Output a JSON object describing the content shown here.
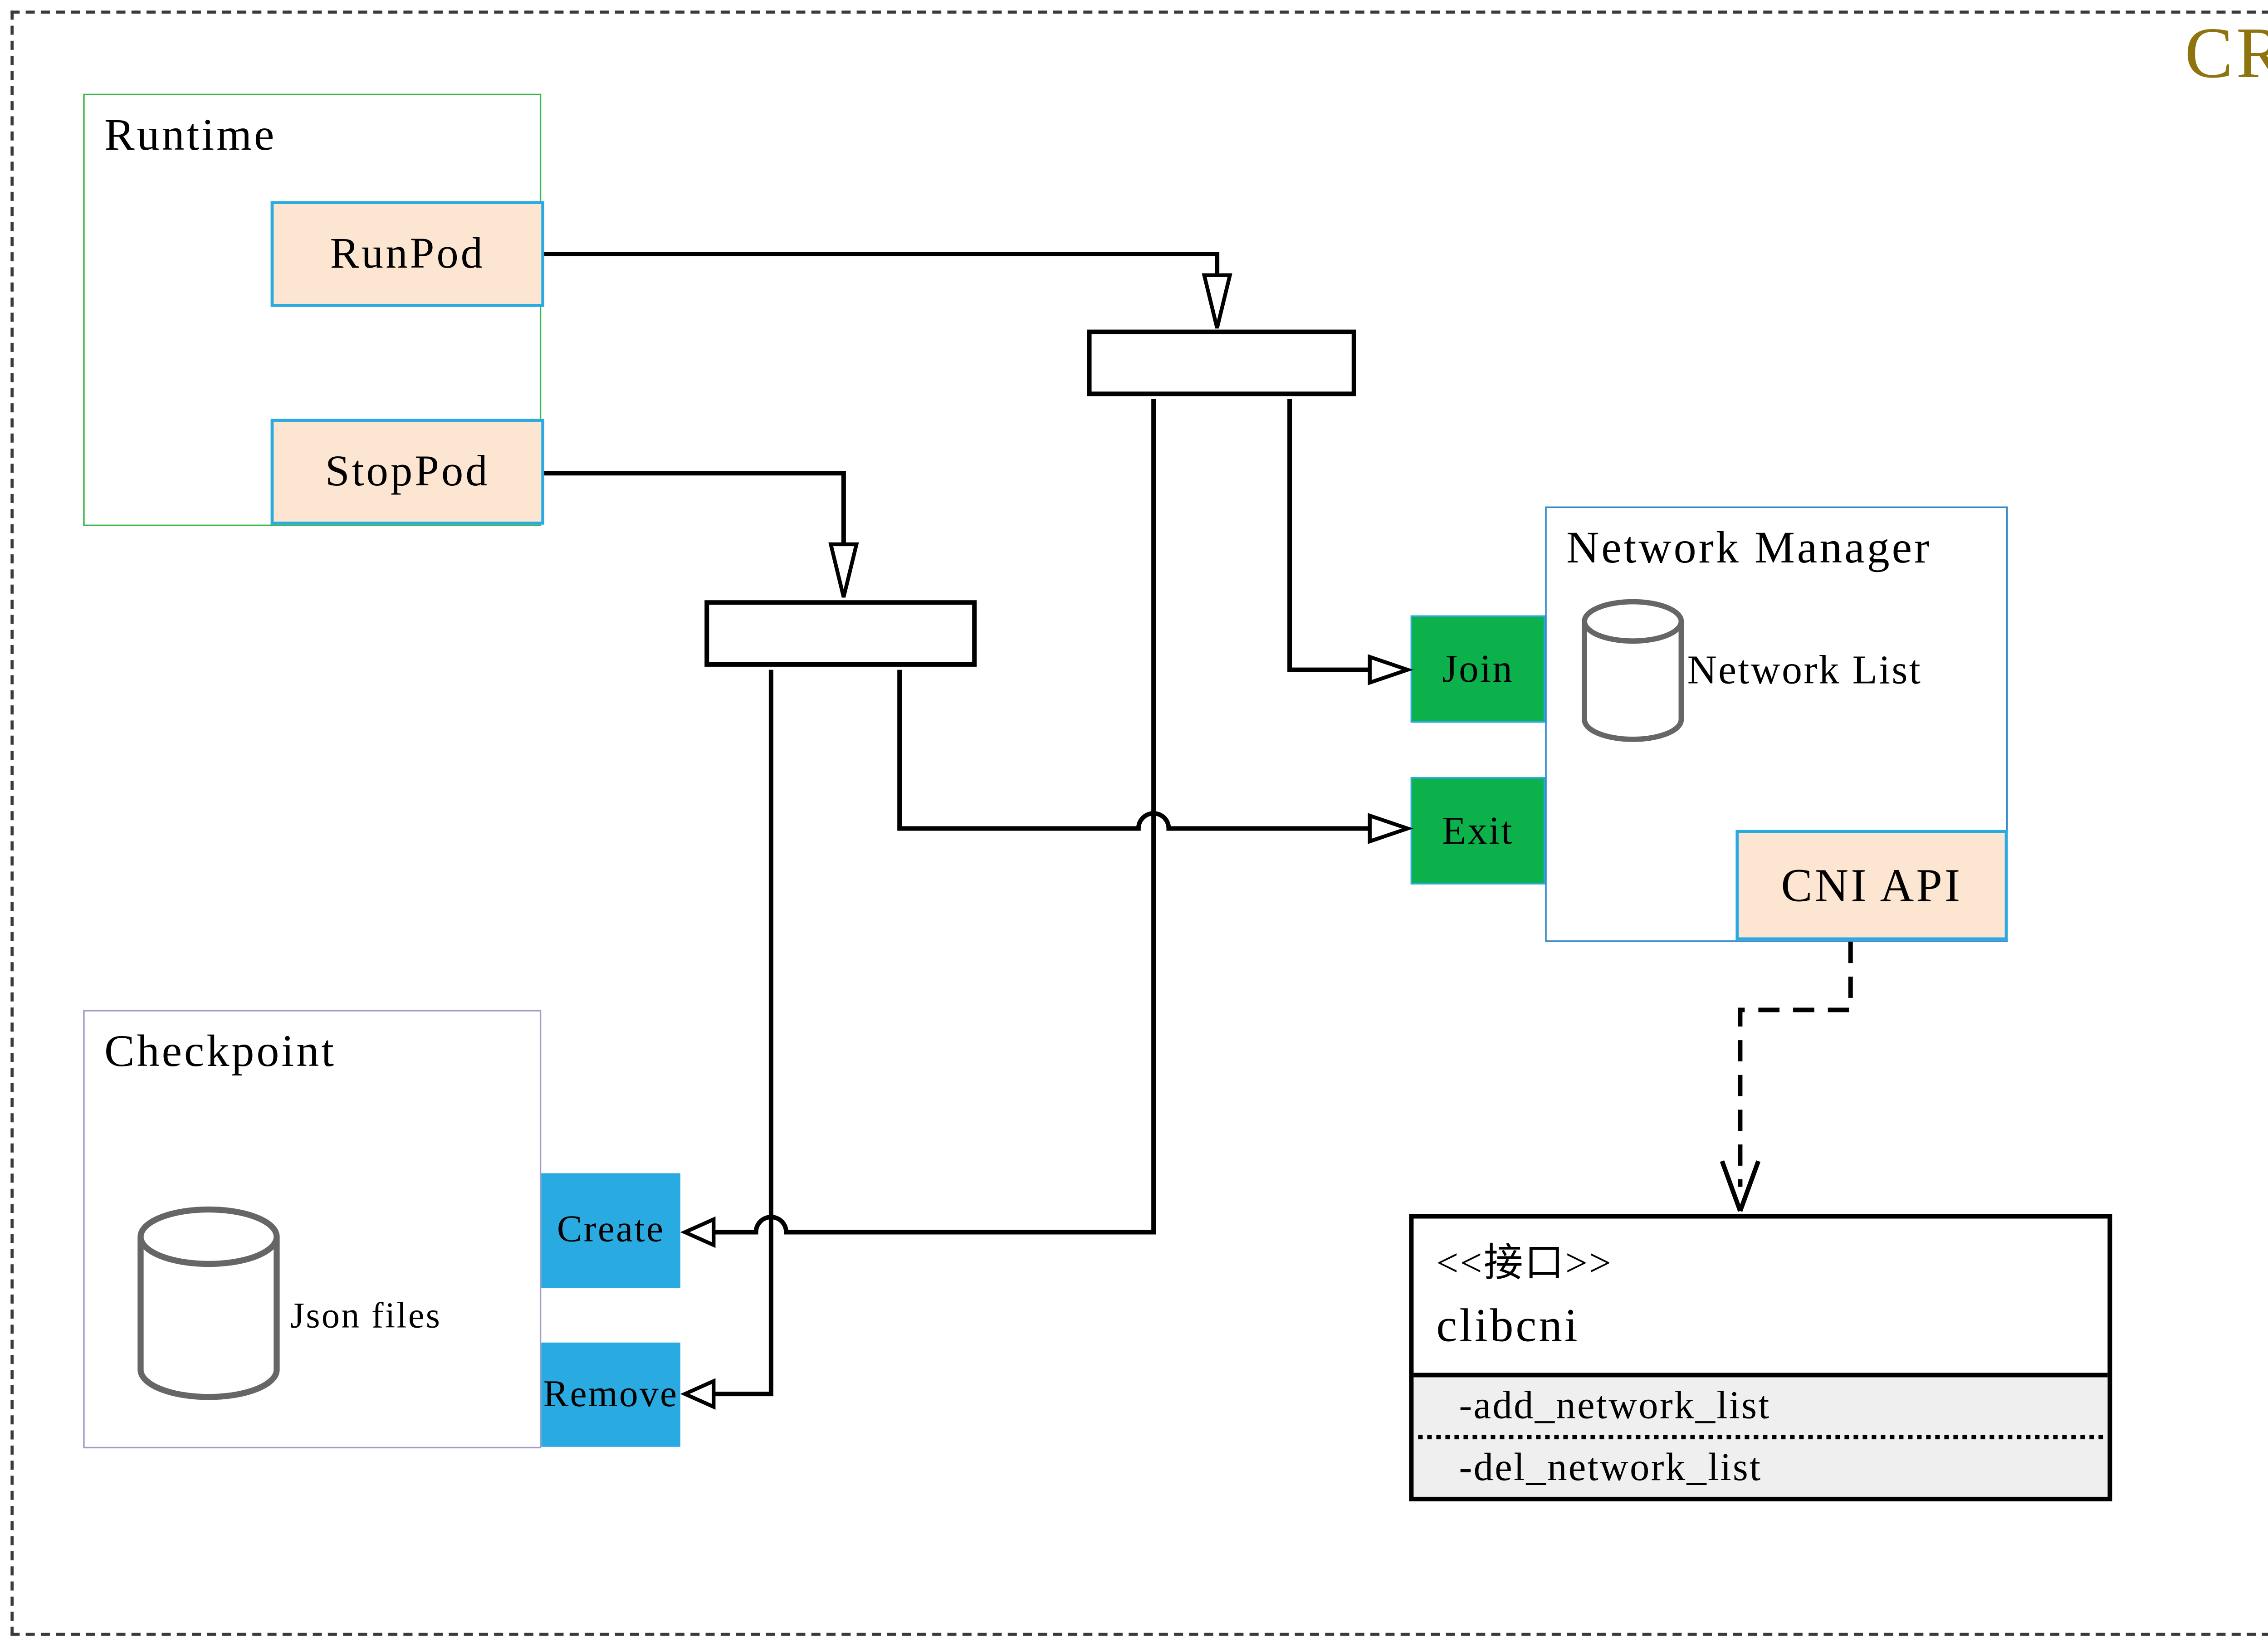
{
  "title": {
    "text": "CRI"
  },
  "runtime": {
    "label": "Runtime",
    "run_pod": "RunPod",
    "stop_pod": "StopPod"
  },
  "network_manager": {
    "label": "Network Manager",
    "network_list": "Network List",
    "join": "Join",
    "exit": "Exit",
    "cni_api": "CNI API"
  },
  "checkpoint": {
    "label": "Checkpoint",
    "json_files": "Json files",
    "create": "Create",
    "remove": "Remove"
  },
  "interface": {
    "stereotype": "<<接口>>",
    "name": "clibcni",
    "methods": [
      "-add_network_list",
      "-del_network_list"
    ]
  },
  "colors": {
    "title": "#8e730e",
    "runtime_border": "#3cb54a",
    "checkpoint_border": "#a49ac8",
    "network_manager_border": "#2d86c9",
    "method_fill": "#fce6d2",
    "method_border": "#29abe2",
    "green_fill": "#0db14b",
    "blue_fill": "#29abe2",
    "interface_section_fill": "#efefef",
    "cylinder_stroke": "#666666",
    "line": "#000000"
  }
}
